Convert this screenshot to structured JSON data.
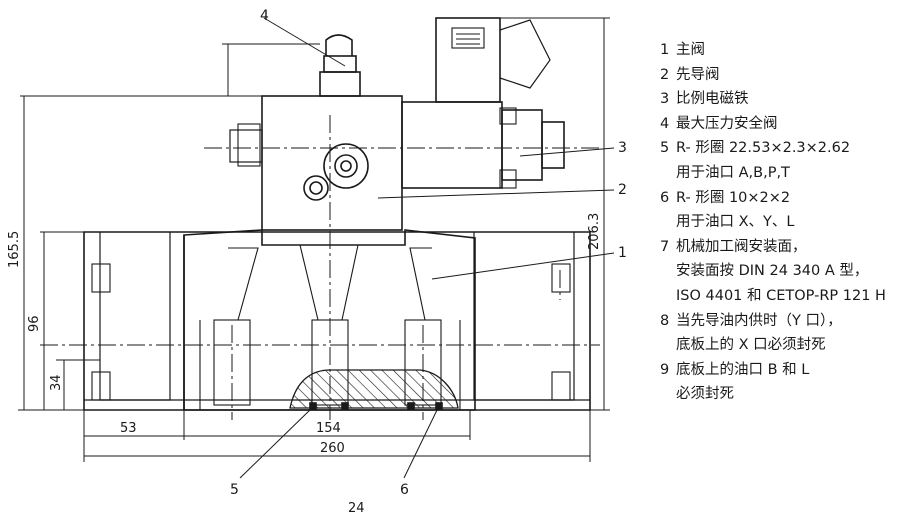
{
  "drawing": {
    "callouts": [
      "1",
      "2",
      "3",
      "4",
      "5",
      "6"
    ],
    "dimensions": {
      "w53": "53",
      "w154": "154",
      "w260": "260",
      "h165": "165.5",
      "h96": "96",
      "h34": "34",
      "h206": "206.3",
      "partial_bottom": "24"
    }
  },
  "legend": [
    {
      "num": "1",
      "lines": [
        "主阀"
      ]
    },
    {
      "num": "2",
      "lines": [
        "先导阀"
      ]
    },
    {
      "num": "3",
      "lines": [
        "比例电磁铁"
      ]
    },
    {
      "num": "4",
      "lines": [
        "最大压力安全阀"
      ]
    },
    {
      "num": "5",
      "lines": [
        "R- 形圈 22.53×2.3×2.62",
        "用于油口 A,B,P,T"
      ]
    },
    {
      "num": "6",
      "lines": [
        "R- 形圈 10×2×2",
        "用于油口 X、Y、L"
      ]
    },
    {
      "num": "7",
      "lines": [
        "机械加工阀安装面，",
        "安装面按 DIN 24 340 A 型，",
        "ISO 4401 和 CETOP-RP 121 H"
      ]
    },
    {
      "num": "8",
      "lines": [
        "当先导油内供时（Y 口），",
        "底板上的 X 口必须封死"
      ]
    },
    {
      "num": "9",
      "lines": [
        "底板上的油口 B 和 L",
        "必须封死"
      ]
    }
  ]
}
